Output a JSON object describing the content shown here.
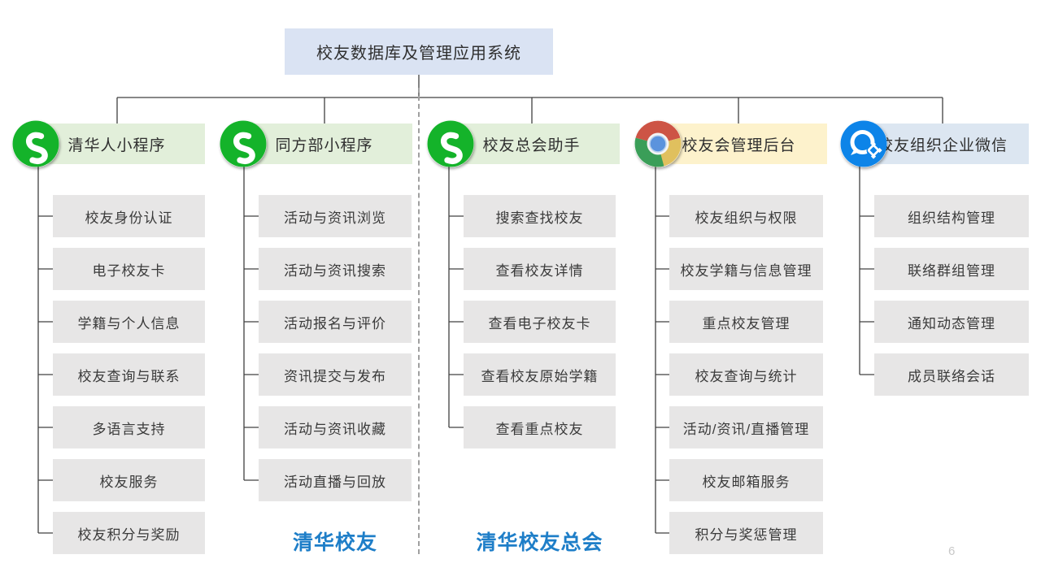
{
  "page": {
    "number": "6"
  },
  "title": {
    "text": "校友数据库及管理应用系统"
  },
  "branches": [
    {
      "label": "清华人小程序",
      "icon": "wechat-miniprogram-icon",
      "header_bg": "#e2efda",
      "items": [
        "校友身份认证",
        "电子校友卡",
        "学籍与个人信息",
        "校友查询与联系",
        "多语言支持",
        "校友服务",
        "校友积分与奖励"
      ],
      "section_caption": ""
    },
    {
      "label": "同方部小程序",
      "icon": "wechat-miniprogram-icon",
      "header_bg": "#e2efda",
      "items": [
        "活动与资讯浏览",
        "活动与资讯搜索",
        "活动报名与评价",
        "资讯提交与发布",
        "活动与资讯收藏",
        "活动直播与回放"
      ],
      "section_caption": "清华校友"
    },
    {
      "label": "校友总会助手",
      "icon": "wechat-miniprogram-icon",
      "header_bg": "#e2efda",
      "items": [
        "搜索查找校友",
        "查看校友详情",
        "查看电子校友卡",
        "查看校友原始学籍",
        "查看重点校友"
      ],
      "section_caption": "清华校友总会"
    },
    {
      "label": "校友会管理后台",
      "icon": "chrome-icon",
      "header_bg": "#fdf2cc",
      "items": [
        "校友组织与权限",
        "校友学籍与信息管理",
        "重点校友管理",
        "校友查询与统计",
        "活动/资讯/直播管理",
        "校友邮箱服务",
        "积分与奖惩管理"
      ],
      "section_caption": ""
    },
    {
      "label": "校友组织企业微信",
      "icon": "wework-icon",
      "header_bg": "#dce6f1",
      "items": [
        "组织结构管理",
        "联络群组管理",
        "通知动态管理",
        "成员联络会话"
      ],
      "section_caption": ""
    }
  ],
  "colors": {
    "title_bg": "#dae3f3",
    "item_bg": "#e7e6e6",
    "caption_blue": "#1e7ec8",
    "line": "#404040",
    "miniprogram_green": "#14b32a",
    "chrome_red": "#cd5445",
    "chrome_yellow": "#e0c05e",
    "chrome_green": "#3a9e58",
    "chrome_blue": "#5b93dd",
    "wework_blue": "#0d84e8"
  }
}
